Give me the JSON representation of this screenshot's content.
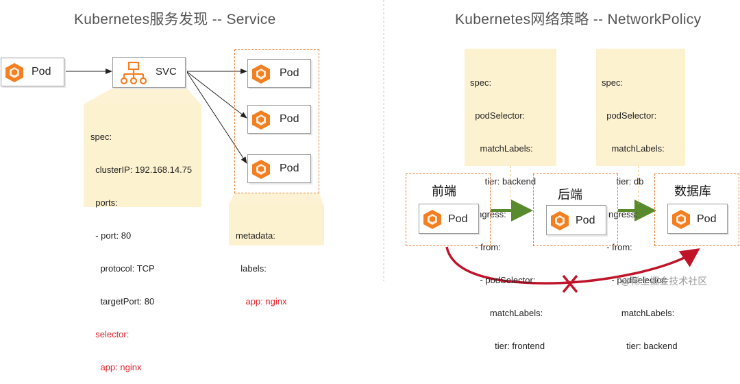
{
  "titles": {
    "left": "Kubernetes服务发现 -- Service",
    "right": "Kubernetes网络策略 -- NetworkPolicy"
  },
  "service": {
    "client_pod": "Pod",
    "svc_label": "SVC",
    "backend_pods": [
      "Pod",
      "Pod",
      "Pod"
    ],
    "spec_note": {
      "l1": "spec:",
      "l2": "  clusterIP: 192.168.14.75",
      "l3": "  ports:",
      "l4": "  - port: 80",
      "l5": "    protocol: TCP",
      "l6": "    targetPort: 80",
      "l7": "  selector:",
      "l8": "    app: nginx"
    },
    "metadata_note": {
      "l1": "metadata:",
      "l2": "  labels:",
      "l3": "    app: nginx"
    }
  },
  "policy": {
    "groups": [
      {
        "label": "前端",
        "pod": "Pod"
      },
      {
        "label": "后端",
        "pod": "Pod"
      },
      {
        "label": "数据库",
        "pod": "Pod"
      }
    ],
    "backend_note": {
      "l1": "spec:",
      "l2": "  podSelector:",
      "l3": "    matchLabels:",
      "l4": "      tier: backend",
      "l5": "  ingress:",
      "l6": "  - from:",
      "l7": "    - podSelector:",
      "l8": "        matchLabels:",
      "l9": "          tier: frontend"
    },
    "db_note": {
      "l1": "spec:",
      "l2": "  podSelector:",
      "l3": "    matchLabels:",
      "l4": "      tier: db",
      "l5": "  ingress:",
      "l6": "  - from:",
      "l7": "    - podSelector:",
      "l8": "        matchLabels:",
      "l9": "          tier: backend"
    }
  },
  "watermark": "@稀土掘金技术社区",
  "colors": {
    "accent_orange": "#ee7a2e",
    "note_bg": "#fdf2cf",
    "allow_arrow": "#5a8a2e",
    "deny_arc": "#c0142a",
    "selector_red": "#e8212b"
  },
  "icons": {
    "pod": "cube-cluster-icon",
    "svc": "network-tree-icon",
    "deny": "x-mark-icon"
  }
}
